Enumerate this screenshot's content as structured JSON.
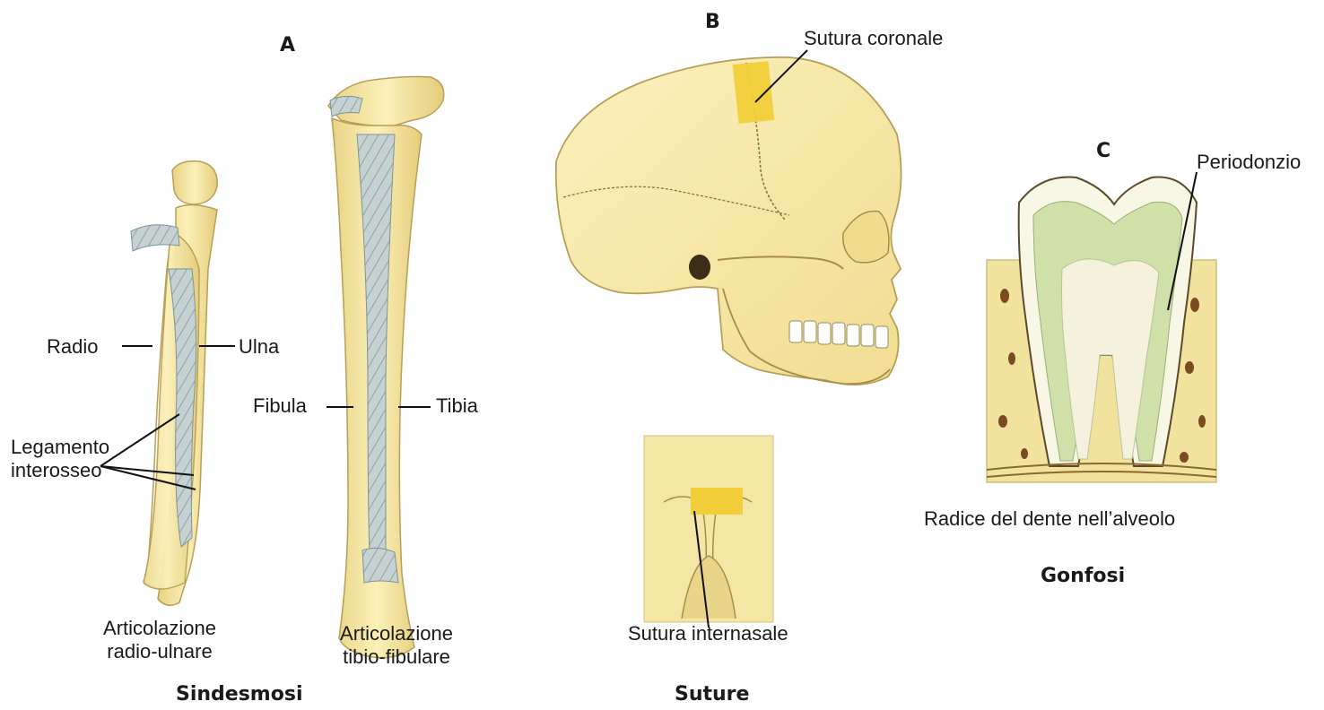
{
  "panels": {
    "a": {
      "letter": "A",
      "footer": "Sindesmosi",
      "forearm": {
        "caption": "Articolazione\nradio-ulnare",
        "labels": {
          "radius": "Radio",
          "ulna": "Ulna",
          "ligament": "Legamento\ninterosseo"
        }
      },
      "leg": {
        "caption": "Articolazione\ntibio-fibulare",
        "labels": {
          "fibula": "Fibula",
          "tibia": "Tibia"
        }
      }
    },
    "b": {
      "letter": "B",
      "footer": "Suture",
      "labels": {
        "coronal": "Sutura coronale",
        "internasal": "Sutura internasale"
      }
    },
    "c": {
      "letter": "C",
      "footer": "Gonfosi",
      "labels": {
        "periodontium": "Periodonzio",
        "root": "Radice del dente nell’alveolo"
      }
    }
  },
  "colors": {
    "bone": "#f7e9a6",
    "bone_edge": "#c9b36a",
    "ligament": "#aebcc0",
    "highlight": "#f2cf3a",
    "tooth_green": "#cfe0a8",
    "gum": "#ecdc9a",
    "leader": "#111111"
  }
}
